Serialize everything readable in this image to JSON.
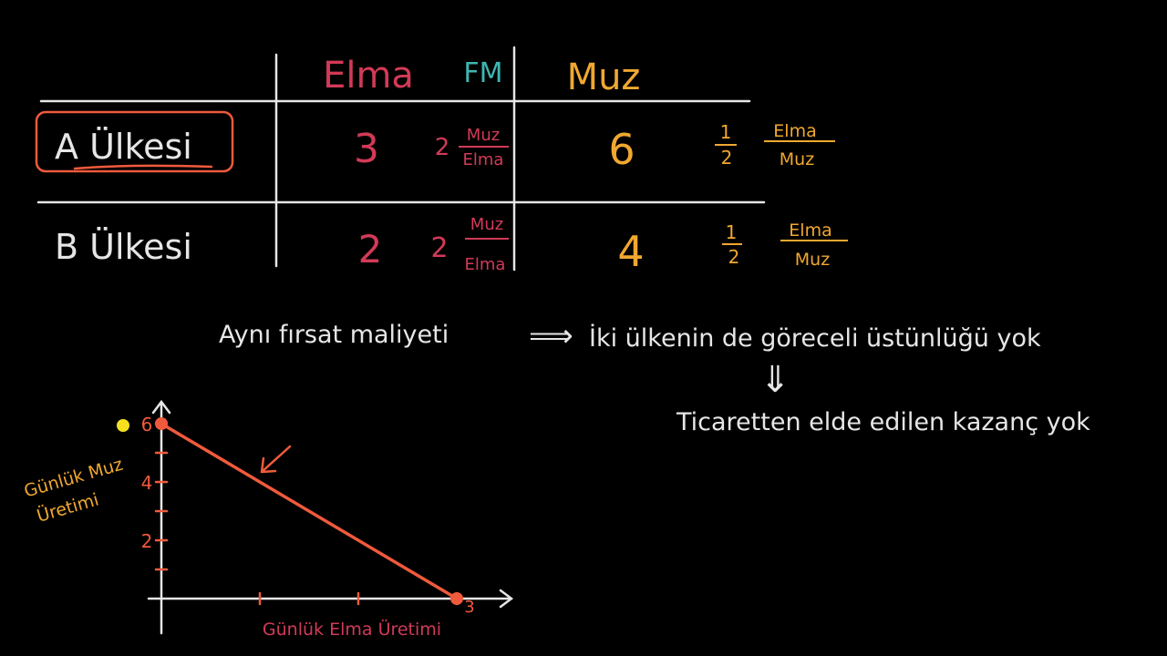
{
  "colors": {
    "background": "#000000",
    "chalk": "#e6e6e6",
    "apple": "#d23a57",
    "banana": "#f0a830",
    "teal": "#3fb6b2",
    "curve": "#f05a3c",
    "highlight": "#f5e020"
  },
  "table": {
    "headers": {
      "apple": "Elma",
      "fm": "FM",
      "banana": "Muz"
    },
    "rows": [
      {
        "country": "A Ülkesi",
        "apple_value": "3",
        "apple_cost_value": "2",
        "apple_cost_num": "Muz",
        "apple_cost_den": "Elma",
        "banana_value": "6",
        "banana_cost_num": "1",
        "banana_cost_den": "2",
        "banana_unit_num": "Elma",
        "banana_unit_den": "Muz"
      },
      {
        "country": "B Ülkesi",
        "apple_value": "2",
        "apple_cost_value": "2",
        "apple_cost_num": "Muz",
        "apple_cost_den": "Elma",
        "banana_value": "4",
        "banana_cost_num": "1",
        "banana_cost_den": "2",
        "banana_unit_num": "Elma",
        "banana_unit_den": "Muz"
      }
    ]
  },
  "notes": {
    "same_cost": "Aynı fırsat maliyeti",
    "implies_arrow": "⟹",
    "no_advantage": "İki ülkenin de göreceli üstünlüğü yok",
    "down_arrow": "⇓",
    "no_gain": "Ticaretten elde edilen kazanç yok"
  },
  "chart_data": {
    "type": "line",
    "xlabel": "Günlük Elma Üretimi",
    "ylabel_line1": "Günlük Muz",
    "ylabel_line2": "Üretimi",
    "xlim": [
      0,
      3.5
    ],
    "ylim": [
      0,
      7
    ],
    "x_ticks": [
      1,
      2,
      3
    ],
    "x_tick_labels": [
      "",
      "",
      "3"
    ],
    "y_ticks": [
      1,
      2,
      3,
      4,
      5,
      6
    ],
    "y_tick_labels": [
      "",
      "2",
      "",
      "4",
      "",
      "6"
    ],
    "series": [
      {
        "x": [
          0,
          3
        ],
        "y": [
          6,
          0
        ]
      }
    ],
    "endpoints": [
      {
        "x": 0,
        "y": 6
      },
      {
        "x": 3,
        "y": 0
      }
    ],
    "highlight_point": {
      "x": 0,
      "y": 6
    }
  }
}
